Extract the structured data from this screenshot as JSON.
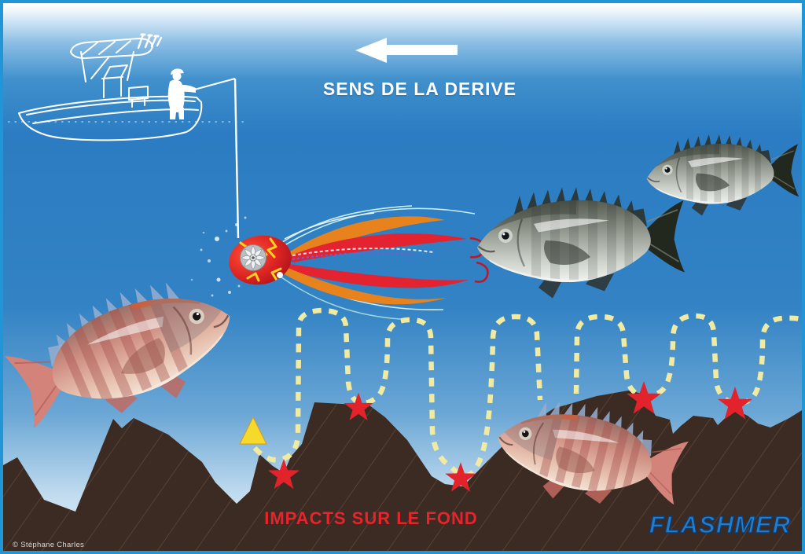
{
  "labels": {
    "drift": "SENS DE LA DERIVE",
    "impacts": "IMPACTS SUR LE FOND",
    "brand": "FLASHMER",
    "credit": "© Stéphane Charles"
  },
  "legend": {
    "impact_markers": {
      "shape": "red-star",
      "color": "#e3232b",
      "count": 5
    },
    "touchdown_marker": {
      "shape": "yellow-triangle",
      "color": "#f5d92b",
      "count": 1
    },
    "lure_path": {
      "style": "dashed",
      "color": "#f0eaa2"
    }
  },
  "scene_icons": [
    "left-arrow-icon",
    "fishing-boat-icon",
    "angler-with-rod-icon",
    "madai-jig-lure-icon",
    "grey-sea-bream-icon",
    "pink-sea-bream-icon"
  ],
  "colors": {
    "sea_mid": "#2e80c4",
    "sea_deep_haze": "#d8e9f5",
    "seabed_brown": "#3c2b23",
    "path_yellow": "#f0eaa2",
    "impact_red": "#e3232b",
    "triangle_yellow": "#f5d92b",
    "impacts_text_red": "#e8232b",
    "logo_blue": "#1e7fd2",
    "border_blue": "#2196d6",
    "boat_line_white": "#ffffff"
  }
}
